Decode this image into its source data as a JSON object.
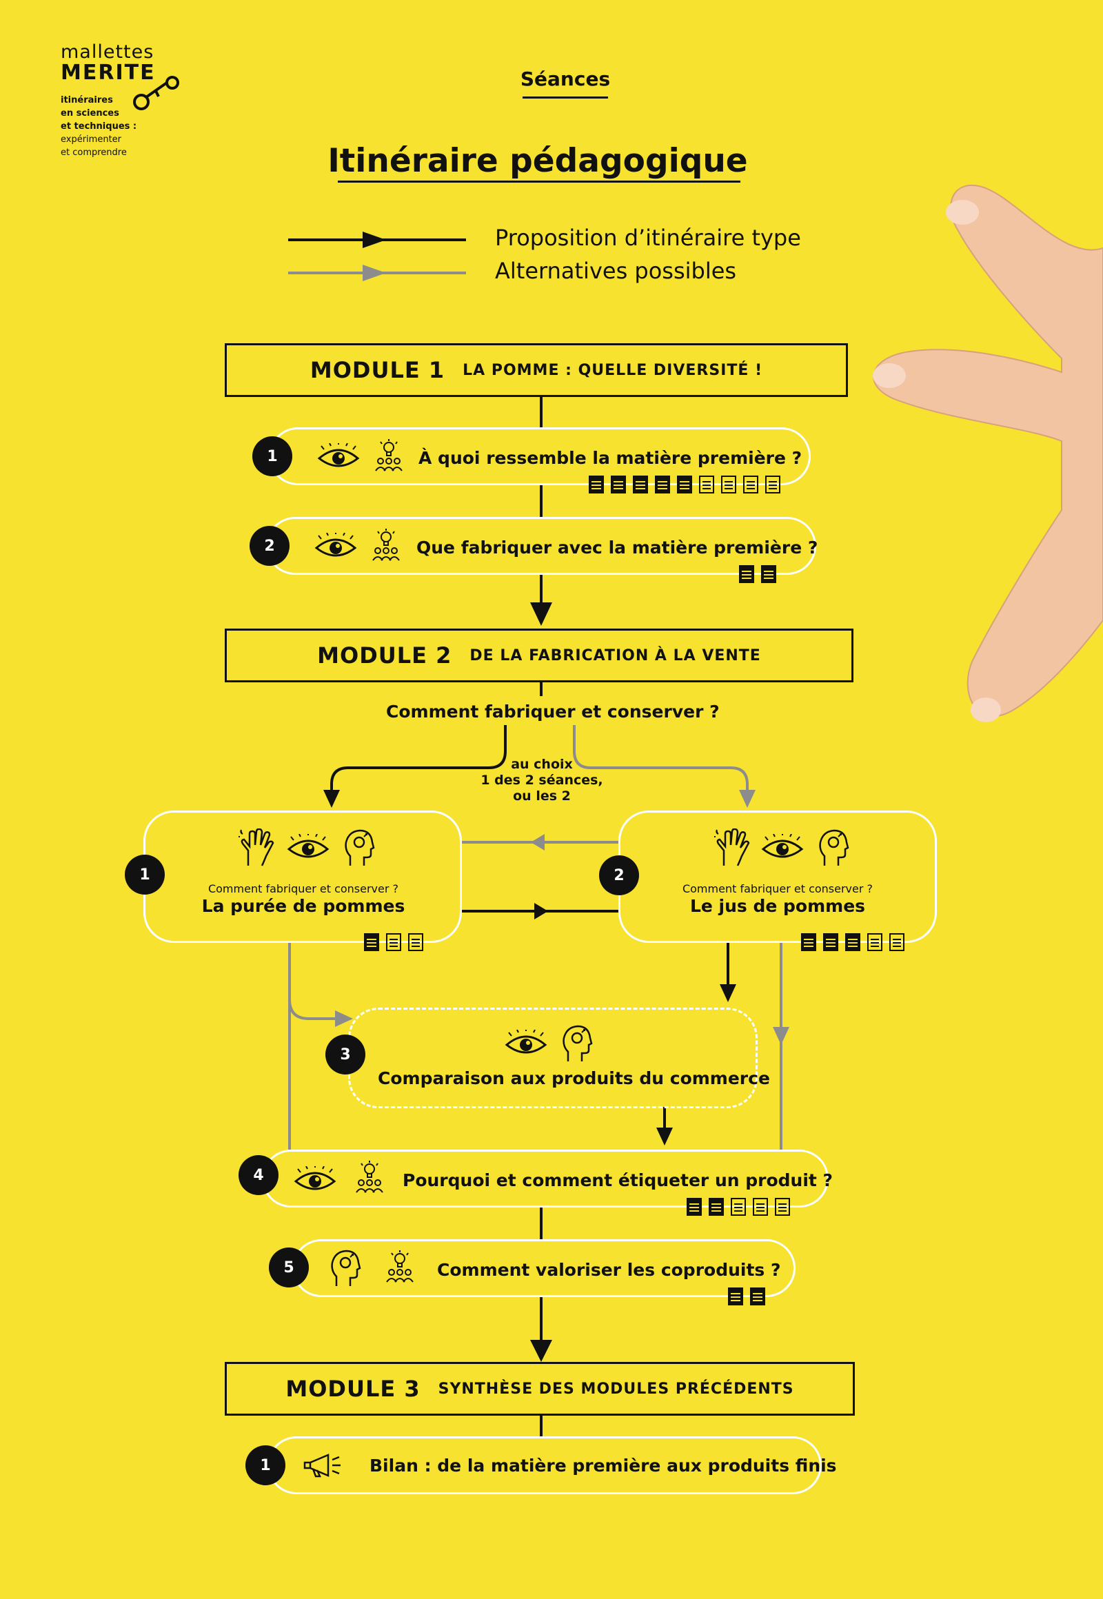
{
  "logo": {
    "line1": "mallettes",
    "line2": "MERITE",
    "tagline": [
      "itinéraires",
      "en sciences",
      "et techniques :",
      "expérimenter",
      "et comprendre"
    ]
  },
  "header": {
    "link": "Séances",
    "title": "Itinéraire pédagogique"
  },
  "legend": {
    "items": [
      {
        "label": "Proposition d’itinéraire type",
        "color": "#111111"
      },
      {
        "label": "Alternatives possibles",
        "color": "#8c8c8c"
      }
    ]
  },
  "modules": [
    {
      "title": "MODULE 1",
      "subtitle": "LA POMME : QUELLE DIVERSITÉ !"
    },
    {
      "title": "MODULE 2",
      "subtitle": "DE LA FABRICATION À LA VENTE"
    },
    {
      "title": "MODULE 3",
      "subtitle": "SYNTHÈSE DES MODULES PRÉCÉDENTS"
    }
  ],
  "module1_sessions": [
    {
      "number": "1",
      "label": "À quoi ressemble la matière première ?",
      "icons": [
        "eye-icon",
        "group-idea-icon"
      ],
      "docs_filled": 5,
      "docs_outline": 4
    },
    {
      "number": "2",
      "label": "Que fabriquer avec la matière première ?",
      "icons": [
        "eye-icon",
        "group-idea-icon"
      ],
      "docs_filled": 2,
      "docs_outline": 0
    }
  ],
  "module2": {
    "question": "Comment fabriquer et conserver ?",
    "choice_note": [
      "au choix",
      "1 des 2 séances,",
      "ou les 2"
    ],
    "sessions": [
      {
        "number": "1",
        "caption": "Comment fabriquer et conserver ?",
        "label": "La purée de pommes",
        "icons": [
          "hand-icon",
          "eye-icon",
          "head-icon"
        ],
        "docs_filled": 1,
        "docs_outline": 2
      },
      {
        "number": "2",
        "caption": "Comment fabriquer et conserver ?",
        "label": "Le jus de pommes",
        "icons": [
          "hand-icon",
          "eye-icon",
          "head-icon"
        ],
        "docs_filled": 3,
        "docs_outline": 2
      },
      {
        "number": "3",
        "label": "Comparaison aux produits du commerce",
        "icons": [
          "eye-icon",
          "head-icon"
        ]
      },
      {
        "number": "4",
        "label": "Pourquoi et comment étiqueter un produit ?",
        "icons": [
          "eye-icon",
          "group-idea-icon"
        ],
        "docs_filled": 2,
        "docs_outline": 3
      },
      {
        "number": "5",
        "label": "Comment valoriser les coproduits ?",
        "icons": [
          "head-icon",
          "group-idea-icon"
        ],
        "docs_filled": 2,
        "docs_outline": 0
      }
    ]
  },
  "module3_sessions": [
    {
      "number": "1",
      "label": "Bilan : de la matière première aux produits finis",
      "icons": [
        "megaphone-icon"
      ]
    }
  ],
  "colors": {
    "background": "#f7e22f",
    "main_path": "#111111",
    "alt_path": "#8c8c8c",
    "pill_border": "#ffffff"
  }
}
